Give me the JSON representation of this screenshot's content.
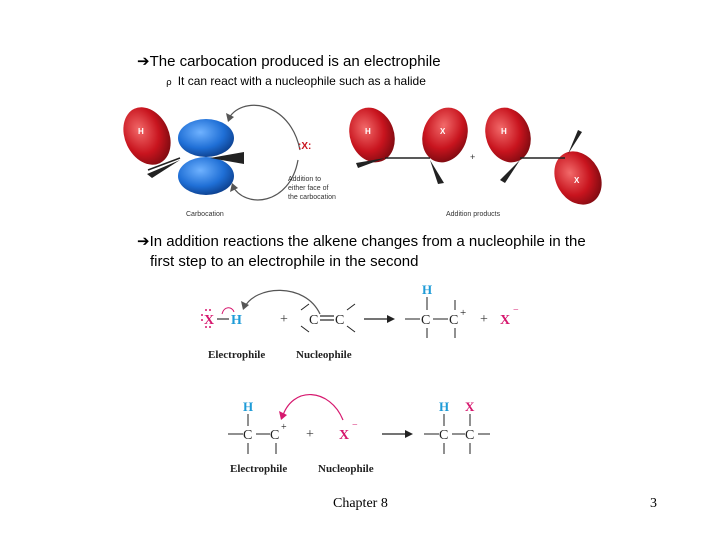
{
  "bullets": {
    "b1": "➔The carbocation produced is an electrophile",
    "b2_mark": "ρ",
    "b2": "It can react with a nucleophile such as a halide",
    "b3_line1": "➔In addition reactions the alkene changes from a nucleophile in the",
    "b3_line2": "first step to an electrophile in the second"
  },
  "fig1": {
    "h": "H",
    "x": "X",
    "x_ion": ":X:",
    "addition_note_1": "Addition to",
    "addition_note_2": "either face of",
    "addition_note_3": "the carbocation",
    "carbocation_label": "Carbocation",
    "products_label": "Addition products",
    "plus": "+"
  },
  "fig2": {
    "x": "X",
    "h": "H",
    "c": "C",
    "plus": "+",
    "charge_minus": "−",
    "charge_plus": "+",
    "electrophile": "Electrophile",
    "nucleophile": "Nucleophile"
  },
  "footer": {
    "chapter": "Chapter 8",
    "page": "3"
  },
  "colors": {
    "red_lobe": "#c8141e",
    "blue_lobe": "#1f6fd6",
    "cyan_atom": "#1e9bd7",
    "magenta": "#d6186e",
    "arrow_gray": "#555555"
  }
}
